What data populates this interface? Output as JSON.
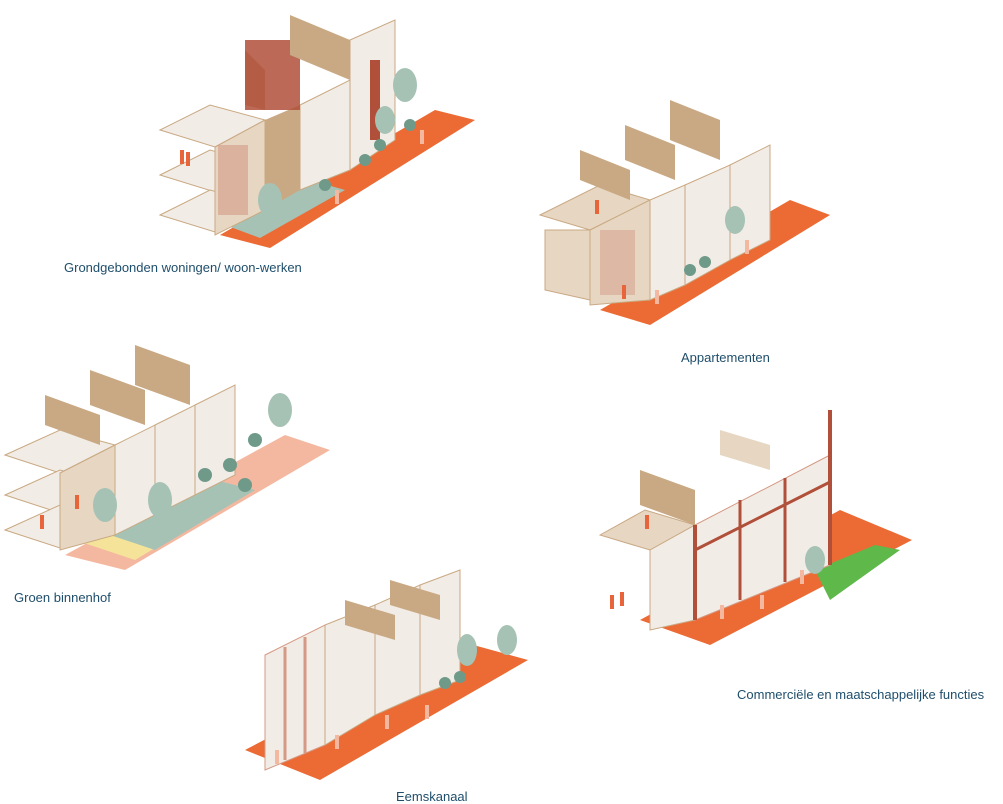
{
  "captions": {
    "grondgebonden": "Grondgebonden woningen/ woon-werken",
    "appartementen": "Appartementen",
    "groen": "Groen binnenhof",
    "commercieel": "Commerciële en maatschappelijke functies",
    "eemskanaal": "Eemskanaal"
  },
  "colors": {
    "street": "#ec6a34",
    "street_light": "#f4b8a0",
    "garden_yellow": "#f5e39a",
    "sage": "#a6c2b5",
    "sage_dark": "#6f9a8a",
    "tan": "#c9a983",
    "tan_light": "#e6d6c2",
    "brick": "#b0503a",
    "brick_light": "#d49a85",
    "glass": "#f2ece6",
    "figure": "#e8643a",
    "grass": "#5fb84a"
  }
}
